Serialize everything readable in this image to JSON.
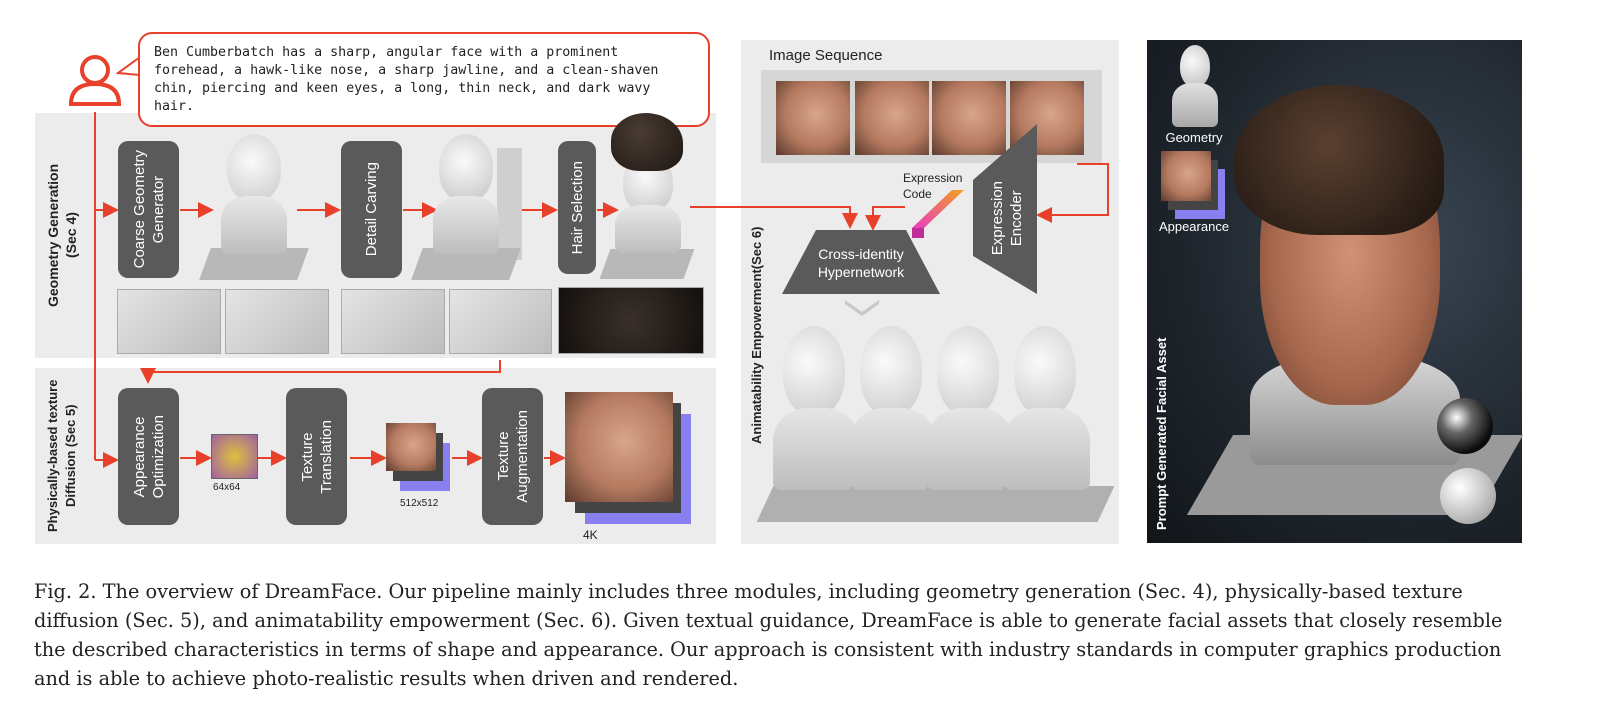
{
  "prompt_text": "Ben Cumberbatch has a sharp, angular face with a prominent forehead, a hawk-like nose, a sharp jawline, and a clean-shaven chin, piercing and keen eyes, a long, thin neck, and dark wavy hair.",
  "sections": {
    "geometry": "Geometry Generation\n(Sec 4)",
    "texture": "Physically-based texture\nDiffusion (Sec 5)",
    "animatability": "Animatability Empowerment(Sec 6)"
  },
  "modules": {
    "coarse": "Coarse Geometry\nGenerator",
    "detail": "Detail Carving",
    "hair": "Hair Selection",
    "appearance_opt": "Appearance\nOptimization",
    "texture_translation": "Texture\nTranslation",
    "texture_augmentation": "Texture\nAugmentation",
    "expression_encoder": "Expression\nEncoder",
    "hypernetwork": "Cross-identity\nHypernetwork"
  },
  "labels": {
    "image_sequence": "Image Sequence",
    "expression_code": "Expression\nCode",
    "res_64": "64x64",
    "res_512": "512x512",
    "res_4k": "4K",
    "geometry": "Geometry",
    "appearance": "Appearance",
    "asset": "Prompt Generated Facial Asset"
  },
  "caption": "Fig. 2.  The overview of DreamFace. Our pipeline mainly includes three modules, including geometry generation (Sec. 4), physically-based texture diffusion (Sec. 5), and animatability empowerment (Sec. 6). Given textual guidance, DreamFace is able to generate facial assets that closely resemble the described characteristics in terms of shape and appearance. Our approach is consistent with industry standards in computer graphics production and is able to achieve photo-realistic results when driven and rendered.",
  "colors": {
    "accent": "#e8402a",
    "module_box": "#5a5a5a",
    "panel": "#ececec",
    "texture_stack": "#8a7ff0"
  }
}
